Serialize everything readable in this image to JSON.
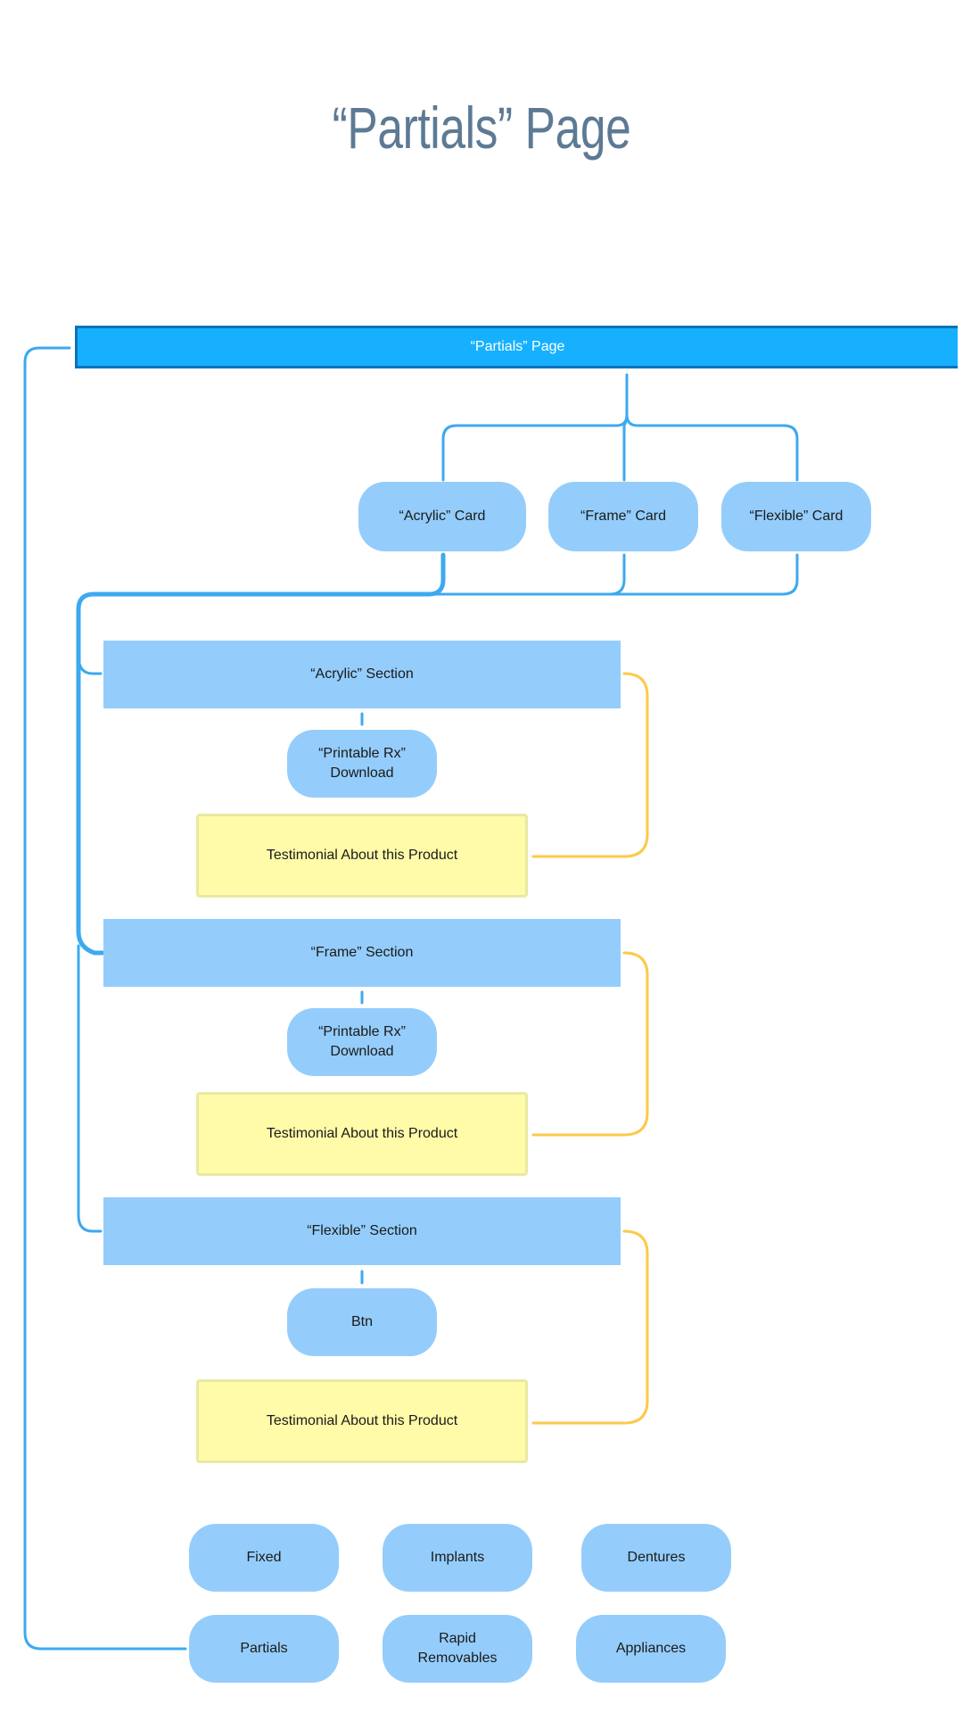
{
  "title": "“Partials” Page",
  "colors": {
    "root": "#17b0ff",
    "node": "#94cdfb",
    "testimonial": "#fffba8",
    "blue_line": "#3da9f0",
    "yellow_line": "#fcc94a"
  },
  "nodes": {
    "root": "“Partials” Page",
    "cards": [
      "“Acrylic” Card",
      "“Frame” Card",
      "“Flexible” Card"
    ],
    "sections": [
      {
        "label": "“Acrylic” Section",
        "item": "“Printable Rx”\nDownload",
        "testimonial": "Testimonial About this Product"
      },
      {
        "label": "“Frame” Section",
        "item": "“Printable Rx”\nDownload",
        "testimonial": "Testimonial About this Product"
      },
      {
        "label": "“Flexible” Section",
        "item": "Btn",
        "testimonial": "Testimonial About this Product"
      }
    ],
    "footer_row1": [
      "Fixed",
      "Implants",
      "Dentures"
    ],
    "footer_row2": [
      "Partials",
      "Rapid\nRemovables",
      "Appliances"
    ]
  }
}
